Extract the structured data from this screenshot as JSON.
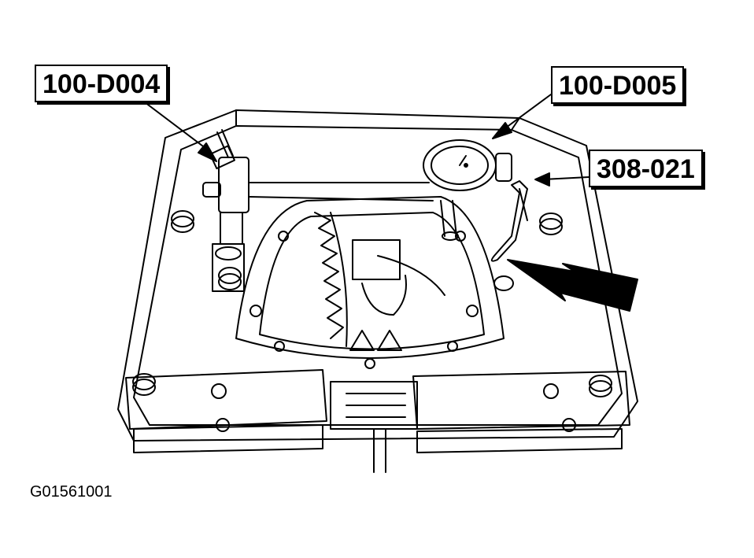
{
  "callouts": {
    "dial_indicator_holder": "100-D004",
    "dial_indicator": "100-D005",
    "tool": "308-021"
  },
  "figure_id": "G01561001",
  "colors": {
    "line": "#000000",
    "background": "#ffffff"
  }
}
